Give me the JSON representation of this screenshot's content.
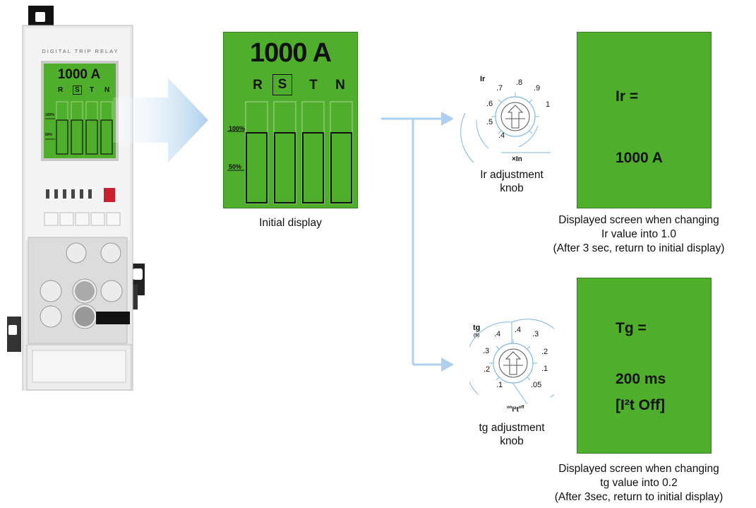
{
  "device": {
    "brand_label": "DIGITAL TRIP RELAY",
    "display_value": "1000 A",
    "phases": [
      "R",
      "S",
      "T",
      "N"
    ],
    "scale_100": "100%",
    "scale_50": "50%"
  },
  "initial_display": {
    "value": "1000 A",
    "phases": [
      "R",
      "S",
      "T",
      "N"
    ],
    "scale_100": "100%",
    "scale_50": "50%",
    "caption": "Initial display"
  },
  "ir_knob": {
    "label": "Ir",
    "ticks": [
      ".4",
      ".5",
      ".6",
      ".7",
      ".8",
      ".9",
      "1"
    ],
    "unit": "×In",
    "caption_line1": "Ir adjustment",
    "caption_line2": "knob"
  },
  "ir_screen": {
    "line1": "Ir =",
    "line2": "1000 A",
    "caption_line1": "Displayed screen when changing",
    "caption_line2": "Ir value into 1.0",
    "caption_line3": "(After 3 sec, return to initial display)"
  },
  "tg_knob": {
    "label": "tg",
    "sublabel": "(S)",
    "ticks_left": [
      ".4",
      ".3",
      ".2",
      ".1"
    ],
    "ticks_right": [
      ".4",
      ".3",
      ".2",
      ".1",
      ".05"
    ],
    "bottom_on": "on",
    "bottom_main": "I²t",
    "bottom_off": "off",
    "caption_line1": "tg adjustment",
    "caption_line2": "knob"
  },
  "tg_screen": {
    "line1": "Tg =",
    "line2": "200 ms",
    "line3": "[I²t Off]",
    "caption_line1": "Displayed screen when changing",
    "caption_line2": "tg value into 0.2",
    "caption_line3": "(After 3sec, return to initial display)"
  },
  "colors": {
    "lcd_green": "#4fae2b",
    "arrow_blue": "#b9d7f0"
  }
}
